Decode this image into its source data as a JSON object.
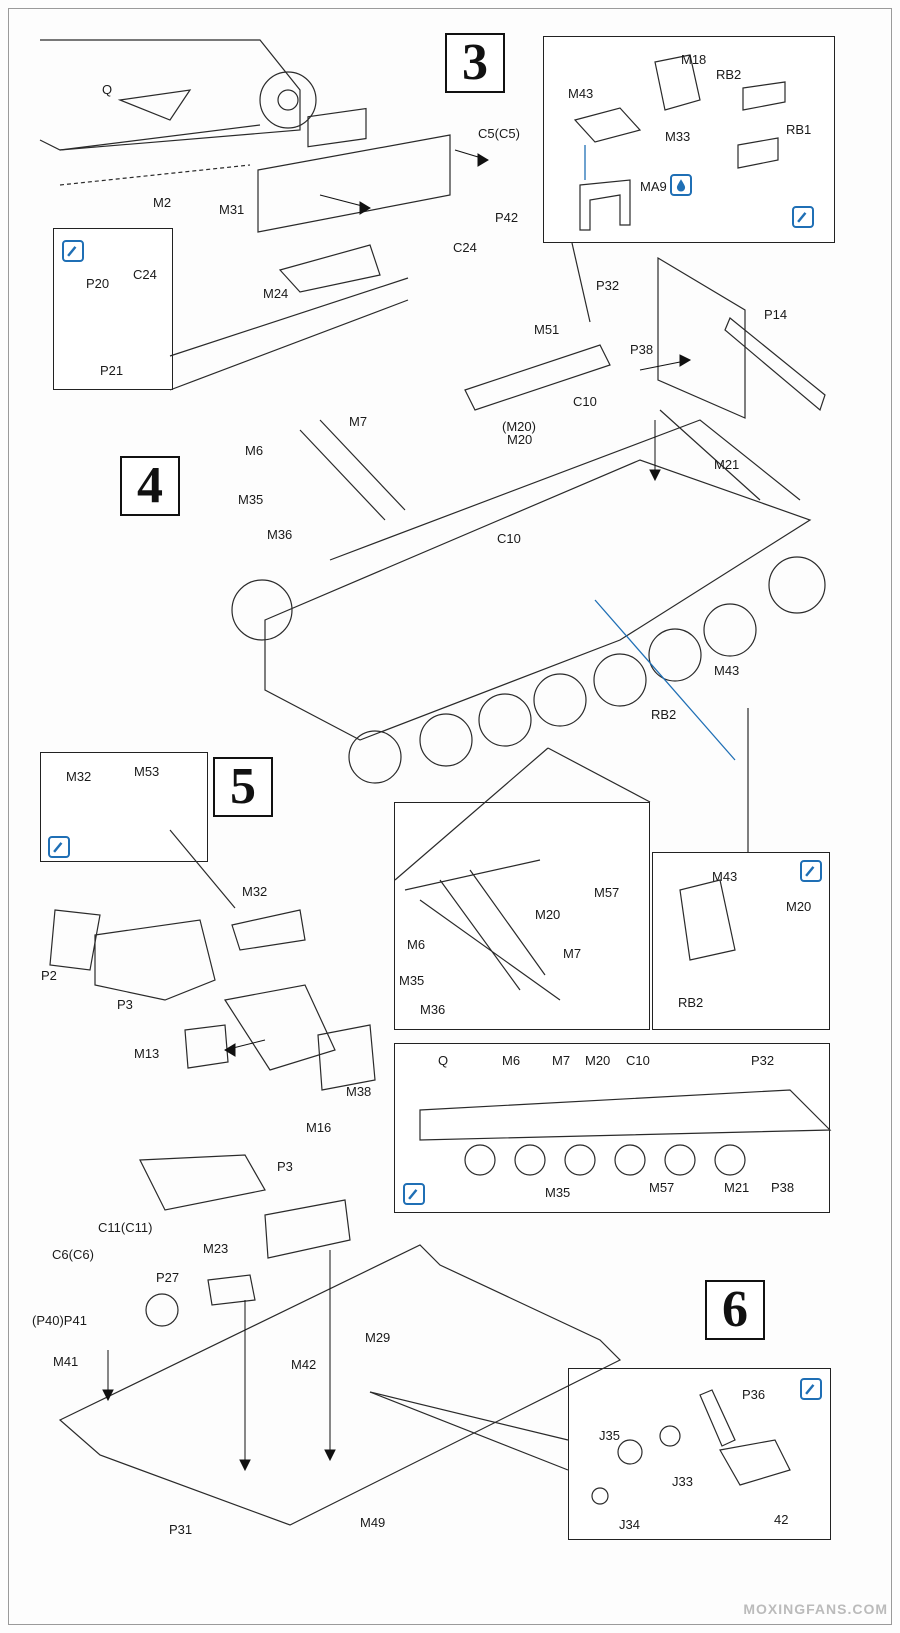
{
  "steps": {
    "s3": "3",
    "s4": "4",
    "s5": "5",
    "s6": "6"
  },
  "labels": {
    "q": "Q",
    "m2": "M2",
    "m31": "M31",
    "c5": "C5(C5)",
    "p42": "P42",
    "c24a": "C24",
    "m24": "M24",
    "c24b": "C24",
    "p20": "P20",
    "p21": "P21",
    "m18": "M18",
    "m43a": "M43",
    "m33": "M33",
    "rb2a": "RB2",
    "rb1": "RB1",
    "ma9": "MA9",
    "p32a": "P32",
    "p14": "P14",
    "m51": "M51",
    "p38a": "P38",
    "c10a": "C10",
    "m20p": "(M20)",
    "m20a": "M20",
    "m6a": "M6",
    "m7a": "M7",
    "m35a": "M35",
    "m36a": "M36",
    "c10b": "C10",
    "m21a": "M21",
    "m43b": "M43",
    "rb2b": "RB2",
    "m20b": "M20",
    "m57a": "M57",
    "m6b": "M6",
    "m7b": "M7",
    "m35b": "M35",
    "m36b": "M36",
    "m43c": "M43",
    "m20c": "M20",
    "rb2c": "RB2",
    "q2": "Q",
    "m6c": "M6",
    "m7c": "M7",
    "m20d": "M20",
    "c10c": "C10",
    "p32b": "P32",
    "m35c": "M35",
    "m57b": "M57",
    "m21b": "M21",
    "p38b": "P38",
    "m32a": "M32",
    "m53": "M53",
    "m32b": "M32",
    "p2": "P2",
    "p3a": "P3",
    "m13": "M13",
    "m38": "M38",
    "m16": "M16",
    "p3b": "P3",
    "c11": "C11(C11)",
    "c6": "C6(C6)",
    "m23": "M23",
    "p27": "P27",
    "p41": "(P40)P41",
    "m41": "M41",
    "m29": "M29",
    "m42": "M42",
    "p31": "P31",
    "m49": "M49",
    "p36": "P36",
    "j35": "J35",
    "j33": "J33",
    "j34": "J34",
    "p42b": "42"
  },
  "watermark": "MOXINGFANS.COM",
  "icons": {
    "tool": "paint-brush-icon",
    "paint": "paint-drop-icon"
  },
  "colors": {
    "ink": "#222222",
    "accent": "#1f6fb5"
  }
}
